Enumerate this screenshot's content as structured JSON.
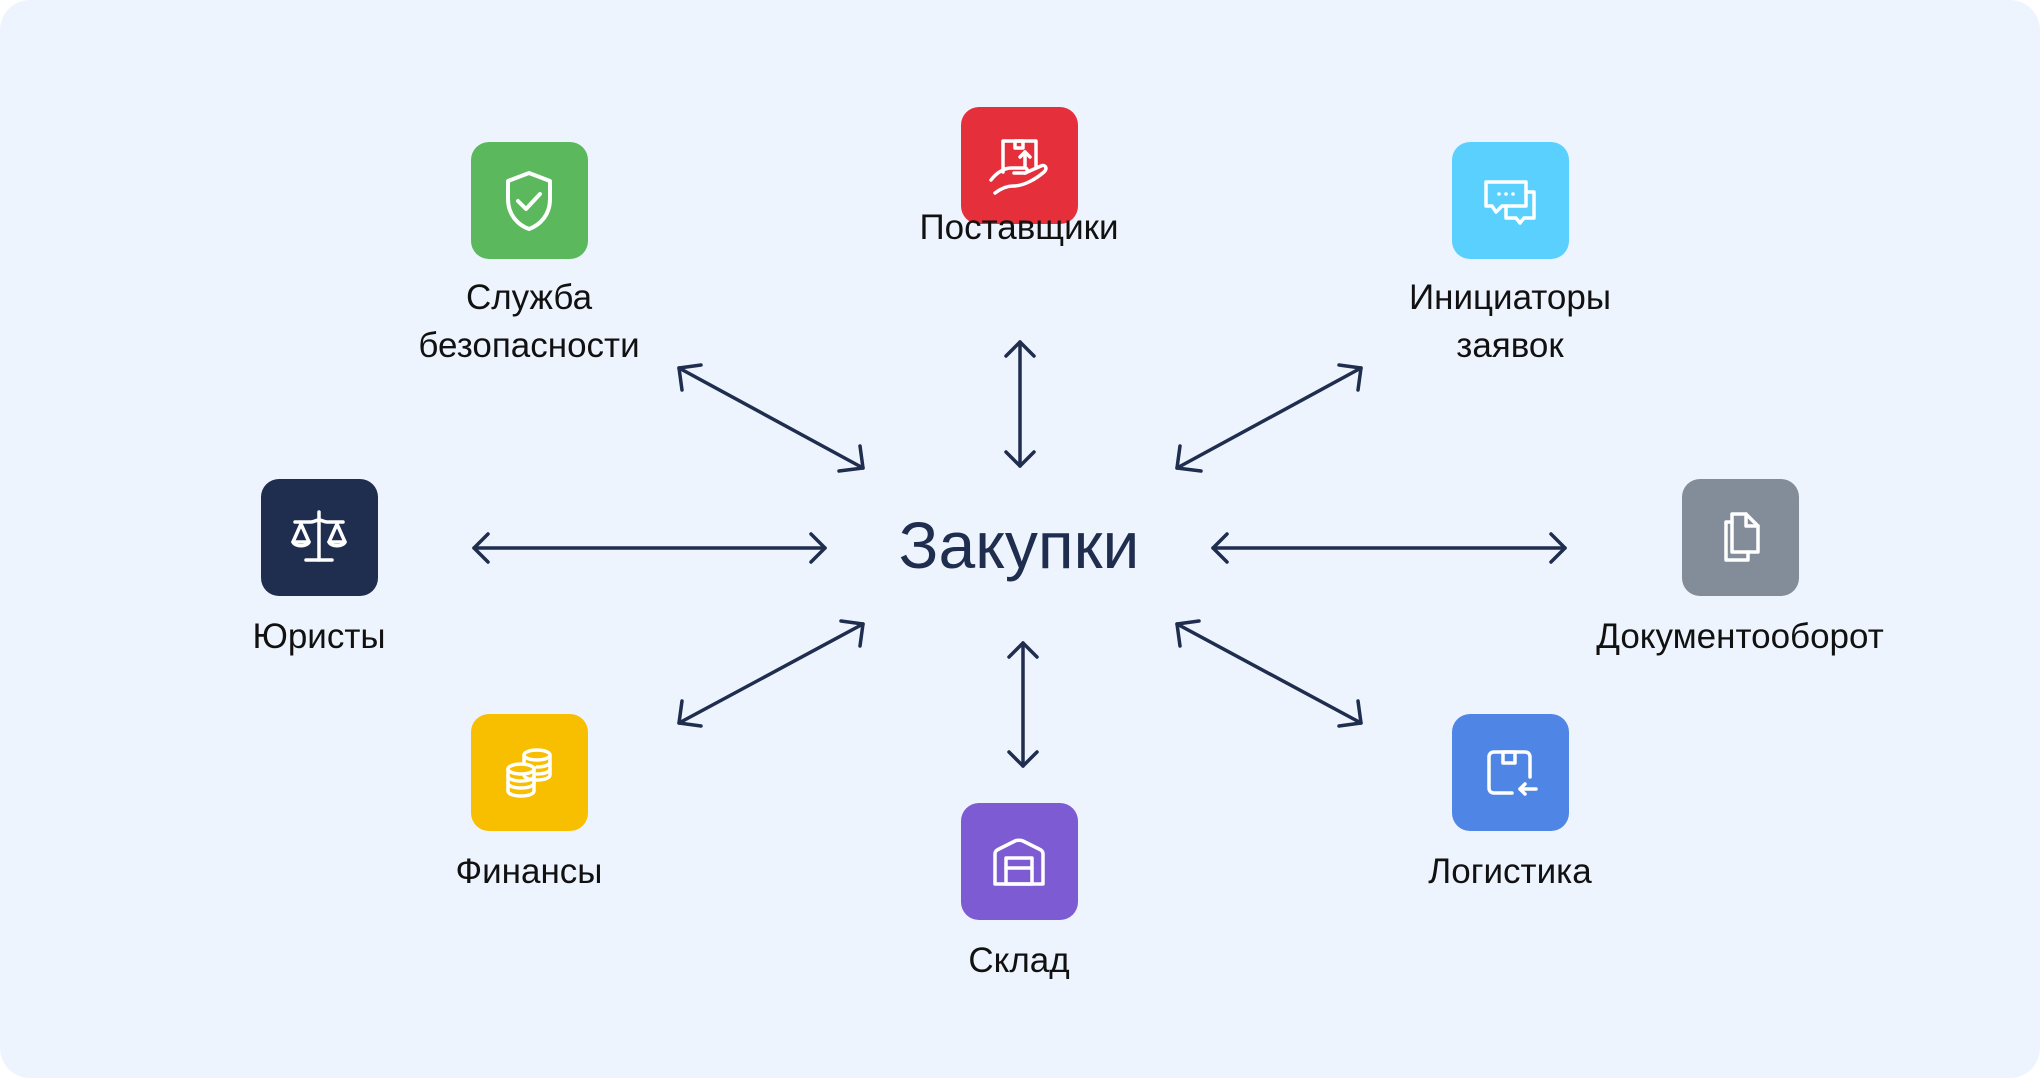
{
  "diagram": {
    "center": {
      "label": "Закупки",
      "color": "#1F2D4E"
    },
    "background_color": "#EEF4FE",
    "arrow_color": "#1F2D4E",
    "nodes": [
      {
        "id": "security",
        "label_line1": "Служба",
        "label_line2": "безопасности",
        "icon": "shield-check-icon",
        "color": "#5CB85C"
      },
      {
        "id": "suppliers",
        "label_line1": "Поставщики",
        "label_line2": "",
        "icon": "hand-box-icon",
        "color": "#E5303B"
      },
      {
        "id": "initiators",
        "label_line1": "Инициаторы",
        "label_line2": "заявок",
        "icon": "chat-bubbles-icon",
        "color": "#5AD0FE"
      },
      {
        "id": "lawyers",
        "label_line1": "Юристы",
        "label_line2": "",
        "icon": "scales-icon",
        "color": "#1F2D4E"
      },
      {
        "id": "docflow",
        "label_line1": "Документооборот",
        "label_line2": "",
        "icon": "documents-icon",
        "color": "#828D99"
      },
      {
        "id": "finance",
        "label_line1": "Финансы",
        "label_line2": "",
        "icon": "coins-icon",
        "color": "#F8BE00"
      },
      {
        "id": "warehouse",
        "label_line1": "Склад",
        "label_line2": "",
        "icon": "warehouse-icon",
        "color": "#7C5BD3"
      },
      {
        "id": "logistics",
        "label_line1": "Логистика",
        "label_line2": "",
        "icon": "package-arrow-icon",
        "color": "#4F86E5"
      }
    ],
    "edges": [
      {
        "from": "Закупки",
        "to": "Служба безопасности",
        "direction": "bidirectional"
      },
      {
        "from": "Закупки",
        "to": "Поставщики",
        "direction": "bidirectional"
      },
      {
        "from": "Закупки",
        "to": "Инициаторы заявок",
        "direction": "bidirectional"
      },
      {
        "from": "Закупки",
        "to": "Юристы",
        "direction": "bidirectional"
      },
      {
        "from": "Закупки",
        "to": "Документооборот",
        "direction": "bidirectional"
      },
      {
        "from": "Закупки",
        "to": "Финансы",
        "direction": "bidirectional"
      },
      {
        "from": "Закупки",
        "to": "Склад",
        "direction": "bidirectional"
      },
      {
        "from": "Закупки",
        "to": "Логистика",
        "direction": "bidirectional"
      }
    ]
  }
}
